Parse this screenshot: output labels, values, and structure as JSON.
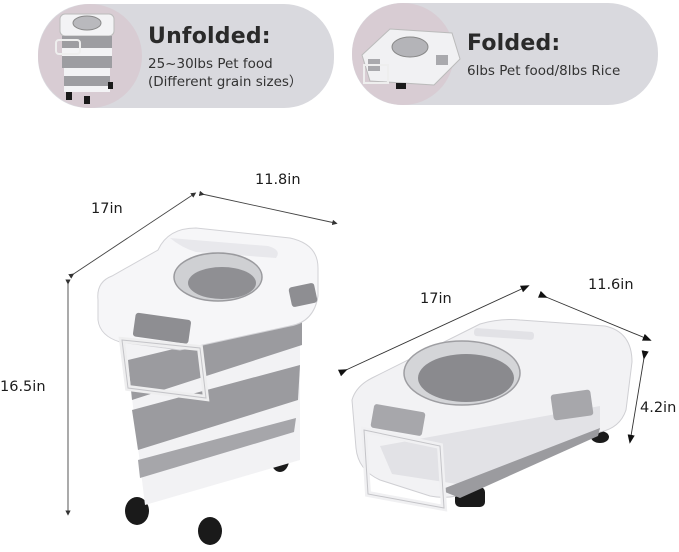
{
  "badges": {
    "unfolded": {
      "title": "Unfolded:",
      "line1": "25~30lbs Pet food",
      "line2": "(Different grain sizes）"
    },
    "folded": {
      "title": "Folded:",
      "line1": "6lbs Pet food/8lbs Rice"
    }
  },
  "dimensions": {
    "unfolded": {
      "depth": "17in",
      "width": "11.8in",
      "height": "16.5in"
    },
    "folded": {
      "depth": "17in",
      "width": "11.6in",
      "height": "4.2in"
    }
  },
  "colors": {
    "pill_bg": "#d9d9de",
    "bin_white": "#f4f4f6",
    "bin_grey": "#9a9a9e",
    "latch_grey": "#8e8e92",
    "wheel_black": "#1a1a1a"
  }
}
